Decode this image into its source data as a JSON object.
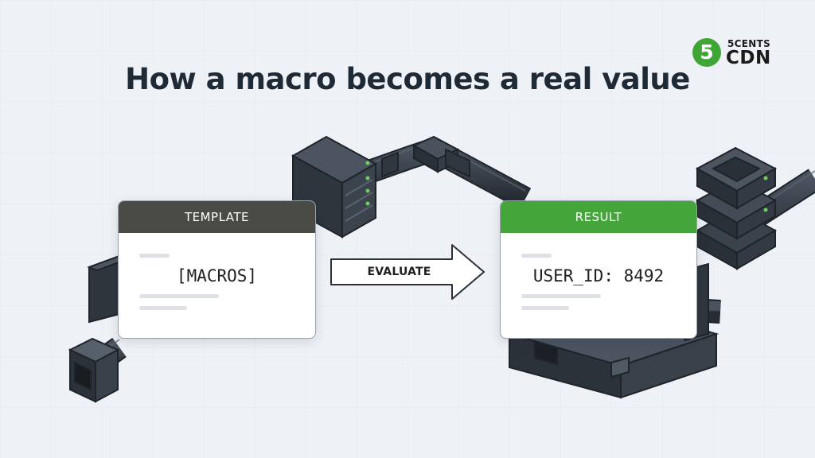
{
  "title": "How a macro becomes a real value",
  "logo": {
    "badge": "5",
    "top": "5CENTS",
    "bottom": "CDN",
    "brand_color": "#3fa535"
  },
  "template_card": {
    "header": "TEMPLATE",
    "code": "[MACROS]",
    "header_color": "#4a4b45"
  },
  "arrow": {
    "label": "EVALUATE"
  },
  "result_card": {
    "header": "RESULT",
    "code": "USER_ID: 8492",
    "header_color": "#44a63a"
  },
  "illustration": {
    "elements": [
      "server-rack-icon",
      "server-stack-icon",
      "pipe-connector-icon"
    ]
  }
}
